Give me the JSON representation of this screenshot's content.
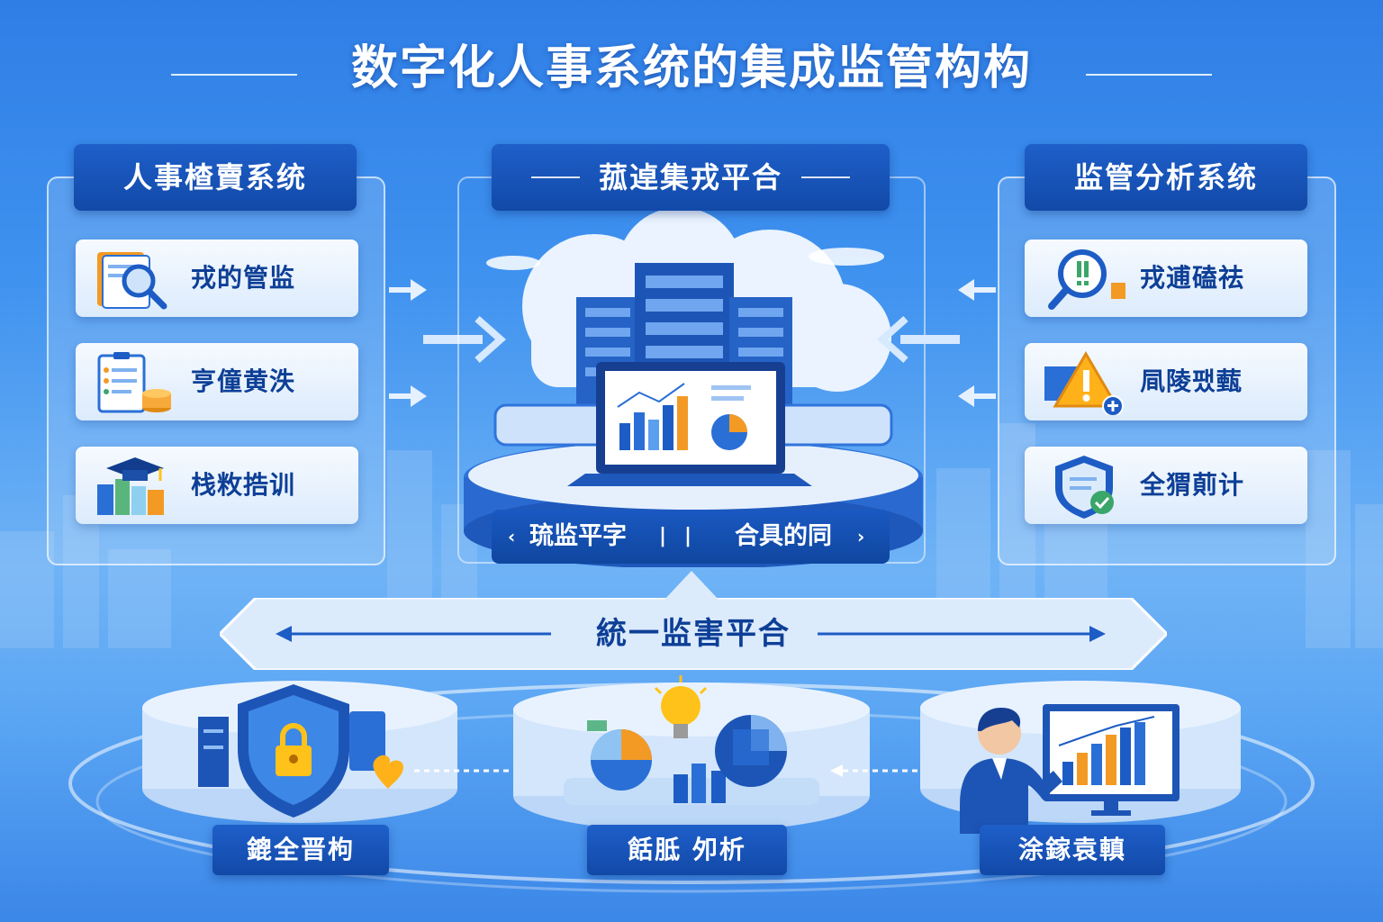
{
  "title": "数字化人事系统的集成监管构构",
  "left_panel": {
    "heading": "人事楂賣系统",
    "items": [
      {
        "label": "戎的管监",
        "icon": "document-search-icon"
      },
      {
        "label": "亨僮黄泆",
        "icon": "clipboard-coins-icon"
      },
      {
        "label": "栈敉捁训",
        "icon": "graduation-books-icon"
      }
    ]
  },
  "center_panel": {
    "heading": "菰逴集戎平合",
    "platform_left": "琉监平字",
    "platform_right": "合具的同",
    "icon": "cloud-server-dashboard-icon"
  },
  "right_panel": {
    "heading": "监管分析系统",
    "items": [
      {
        "label": "戎逋磕祛",
        "icon": "search-alert-icon"
      },
      {
        "label": "凬陵팼薽",
        "icon": "warning-icon"
      },
      {
        "label": "全猬萴计",
        "icon": "shield-check-document-icon"
      }
    ]
  },
  "band": {
    "label": "統一监害平合"
  },
  "bottom": [
    {
      "label": "鎞全晋枸",
      "icon": "shield-lock-icon"
    },
    {
      "label": "餂胝 夘析",
      "icon": "analytics-bulb-icon"
    },
    {
      "label": "涂鎵袁䡩",
      "icon": "person-monitor-icon"
    }
  ],
  "colors": {
    "primary_dark": "#1249a8",
    "primary": "#1e5fc9",
    "accent_orange": "#f39a25",
    "accent_yellow": "#ffc21a",
    "card_bg": "#eef5ff",
    "text_dark": "#0d3f96"
  }
}
